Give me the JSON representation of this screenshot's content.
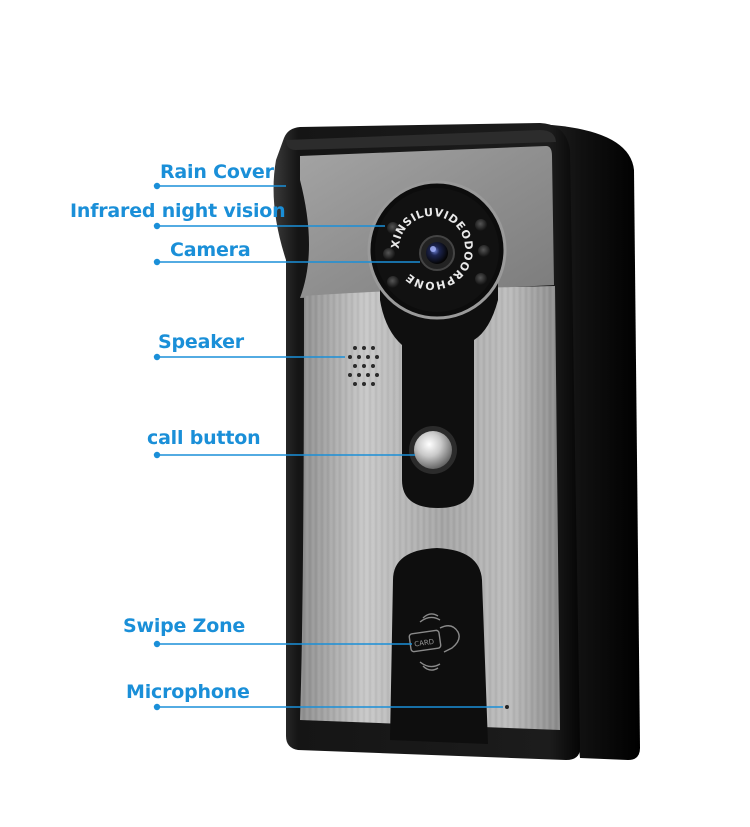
{
  "callouts": {
    "rain_cover": "Rain Cover",
    "infrared": "Infrared night vision",
    "camera": "Camera",
    "speaker": "Speaker",
    "call_button": "call button",
    "swipe_zone": "Swipe Zone",
    "microphone": "Microphone"
  },
  "device": {
    "lens_ring_text": "XINSILUVIDEODOORPHONE",
    "card_reader_text": "CARD"
  },
  "colors": {
    "callout_blue": "#1a8fd8",
    "housing_black": "#141414",
    "panel_silver": "#a9a9a9",
    "strip_black": "#0d0d0d"
  }
}
